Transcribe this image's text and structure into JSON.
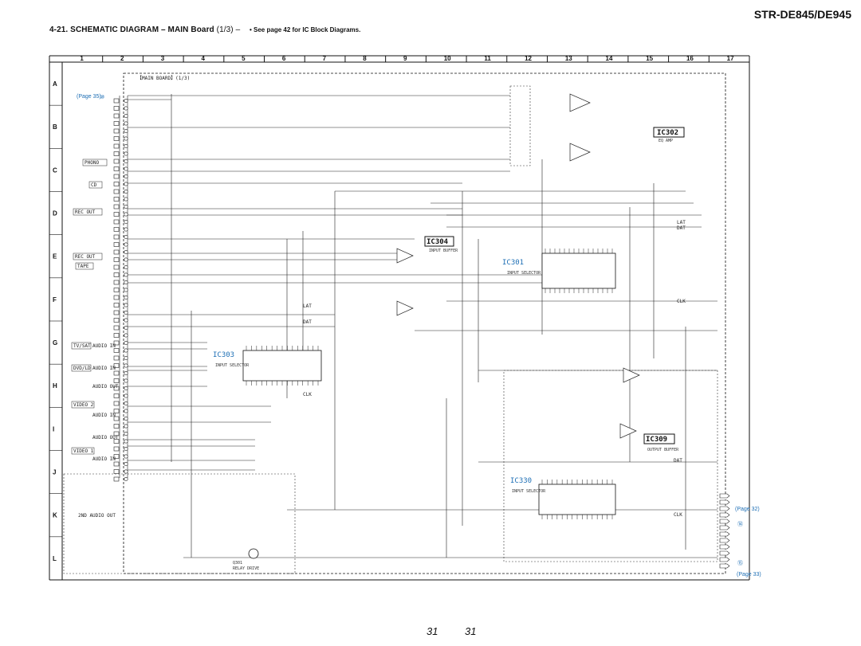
{
  "header": {
    "title_prefix": "4-21.  SCHEMATIC  DIAGRAM  – MAIN Board",
    "title_part": "(1/3) –",
    "note": "• See page 42 for IC Block Diagrams.",
    "model": "STR-DE845/DE945"
  },
  "columns": [
    "1",
    "2",
    "3",
    "4",
    "5",
    "6",
    "7",
    "8",
    "9",
    "10",
    "11",
    "12",
    "13",
    "14",
    "15",
    "16",
    "17"
  ],
  "rows": [
    "A",
    "B",
    "C",
    "D",
    "E",
    "F",
    "G",
    "H",
    "I",
    "J",
    "K",
    "L"
  ],
  "board_label": "【MAIN BOARD】(1/3)",
  "ics": [
    {
      "ref": "IC302",
      "desc": "EQ AMP"
    },
    {
      "ref": "IC304",
      "desc": "INPUT BUFFER"
    },
    {
      "ref": "IC301",
      "desc": "INPUT SELECTOR"
    },
    {
      "ref": "IC303",
      "desc": "INPUT SELECTOR"
    },
    {
      "ref": "IC309",
      "desc": "OUTPUT BUFFER"
    },
    {
      "ref": "IC330",
      "desc": "INPUT SELECTOR"
    }
  ],
  "connectors": {
    "phono": "PHONO",
    "cd": "CD",
    "rec_out": "REC OUT",
    "tape": "TAPE",
    "tv_sat": "TV/SAT",
    "dvd_ld": "DVD/LD",
    "video2": "VIDEO 2",
    "video1": "VIDEO 1",
    "audio_out": "AUDIO OUT",
    "audio_in": "AUDIO IN",
    "one_audio_out": "2ND AUDIO OUT"
  },
  "page_refs": {
    "left": "(Page 35)",
    "left_num": "⑩",
    "right_top": "(Page 32)",
    "right_top_num": "⑭",
    "right_bottom": "(Page 33)",
    "right_bottom_num": "⑮"
  },
  "signals": {
    "lat": "LAT",
    "dat": "DAT",
    "clk": "CLK"
  },
  "relay": {
    "ref": "Q301",
    "desc": "RELAY DRIVE"
  },
  "page_numbers": {
    "left": "31",
    "right": "31"
  }
}
